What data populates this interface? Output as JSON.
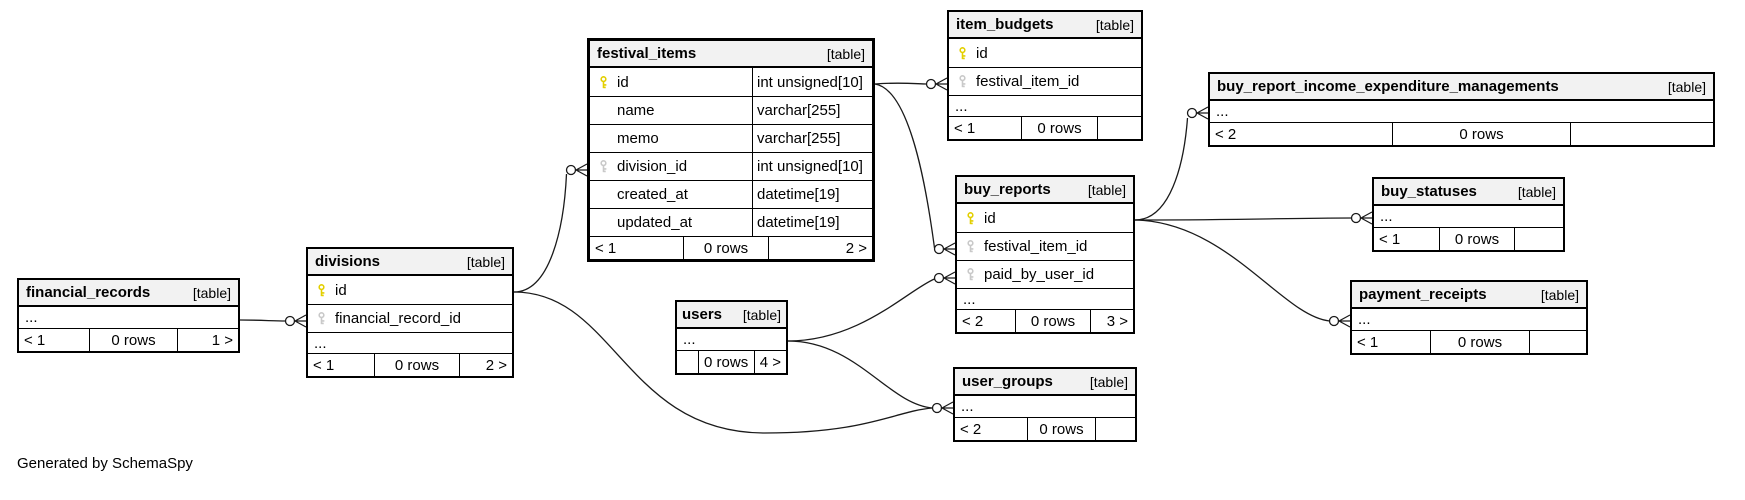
{
  "note": "Generated by SchemaSpy",
  "colors": {
    "primary_key_icon": "#e3cf00",
    "foreign_key_icon": "#c9c9c9",
    "header_background": "#f2f2f2",
    "connector_line": "#1a1a1a"
  },
  "tables": [
    {
      "name": "financial_records",
      "tag": "[table]",
      "rows": [
        {
          "label": "..."
        }
      ],
      "footer": {
        "prev": "< 1",
        "rows": "0 rows",
        "next": "1 >"
      }
    },
    {
      "name": "divisions",
      "tag": "[table]",
      "rows": [
        {
          "label": "id",
          "key": "pk"
        },
        {
          "label": "financial_record_id",
          "key": "fk"
        },
        {
          "label": "..."
        }
      ],
      "footer": {
        "prev": "< 1",
        "rows": "0 rows",
        "next": "2 >"
      }
    },
    {
      "name": "festival_items",
      "tag": "[table]",
      "rows": [
        {
          "label": "id",
          "type": "int unsigned[10]",
          "key": "pk"
        },
        {
          "label": "name",
          "type": "varchar[255]",
          "key": ""
        },
        {
          "label": "memo",
          "type": "varchar[255]",
          "key": ""
        },
        {
          "label": "division_id",
          "type": "int unsigned[10]",
          "key": "fk"
        },
        {
          "label": "created_at",
          "type": "datetime[19]",
          "key": ""
        },
        {
          "label": "updated_at",
          "type": "datetime[19]",
          "key": ""
        }
      ],
      "footer": {
        "prev": "< 1",
        "rows": "0 rows",
        "next": "2 >"
      }
    },
    {
      "name": "item_budgets",
      "tag": "[table]",
      "rows": [
        {
          "label": "id",
          "key": "pk"
        },
        {
          "label": "festival_item_id",
          "key": "fk"
        },
        {
          "label": "..."
        }
      ],
      "footer": {
        "prev": "< 1",
        "rows": "0 rows",
        "next": ""
      }
    },
    {
      "name": "buy_report_income_expenditure_managements",
      "tag": "[table]",
      "rows": [
        {
          "label": "..."
        }
      ],
      "footer": {
        "prev": "< 2",
        "rows": "0 rows",
        "next": ""
      }
    },
    {
      "name": "buy_reports",
      "tag": "[table]",
      "rows": [
        {
          "label": "id",
          "key": "pk"
        },
        {
          "label": "festival_item_id",
          "key": "fk"
        },
        {
          "label": "paid_by_user_id",
          "key": "fk"
        },
        {
          "label": "..."
        }
      ],
      "footer": {
        "prev": "< 2",
        "rows": "0 rows",
        "next": "3 >"
      }
    },
    {
      "name": "buy_statuses",
      "tag": "[table]",
      "rows": [
        {
          "label": "..."
        }
      ],
      "footer": {
        "prev": "< 1",
        "rows": "0 rows",
        "next": ""
      }
    },
    {
      "name": "payment_receipts",
      "tag": "[table]",
      "rows": [
        {
          "label": "..."
        }
      ],
      "footer": {
        "prev": "< 1",
        "rows": "0 rows",
        "next": ""
      }
    },
    {
      "name": "users",
      "tag": "[table]",
      "rows": [
        {
          "label": "..."
        }
      ],
      "footer": {
        "prev": "",
        "rows": "0 rows",
        "next": "4 >"
      }
    },
    {
      "name": "user_groups",
      "tag": "[table]",
      "rows": [
        {
          "label": "..."
        }
      ],
      "footer": {
        "prev": "< 2",
        "rows": "0 rows",
        "next": ""
      }
    }
  ]
}
